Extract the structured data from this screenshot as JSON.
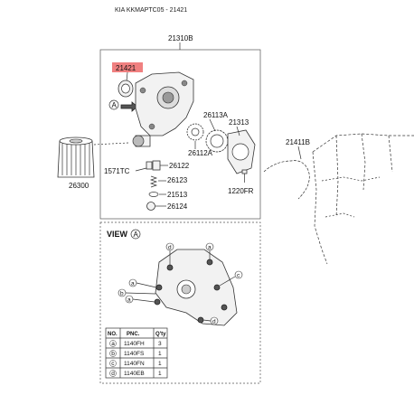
{
  "header": {
    "title": "KIA KKMAPTC05 - 21421"
  },
  "diagram": {
    "assembly_label": "21310B",
    "highlight_label": "21421",
    "highlight_color": "#f08080",
    "labels": {
      "p26113a": "26113A",
      "p21313": "21313",
      "p26112a": "26112A",
      "p1571tc": "1571TC",
      "p26122": "26122",
      "p26123": "26123",
      "p21513": "21513",
      "p26124": "26124",
      "p26300": "26300",
      "p1220fr": "1220FR",
      "p21411b": "21411B",
      "view_arrow": "A"
    },
    "view": {
      "title": "VIEW",
      "letter": "A",
      "callouts": [
        "a",
        "b",
        "c",
        "d"
      ]
    },
    "table": {
      "headers": [
        "NO.",
        "PNC.",
        "Q'ty"
      ],
      "rows": [
        {
          "no": "a",
          "pnc": "1140FH",
          "qty": "3"
        },
        {
          "no": "b",
          "pnc": "1140FS",
          "qty": "1"
        },
        {
          "no": "c",
          "pnc": "1140FN",
          "qty": "1"
        },
        {
          "no": "d",
          "pnc": "1140EB",
          "qty": "1"
        }
      ]
    }
  }
}
